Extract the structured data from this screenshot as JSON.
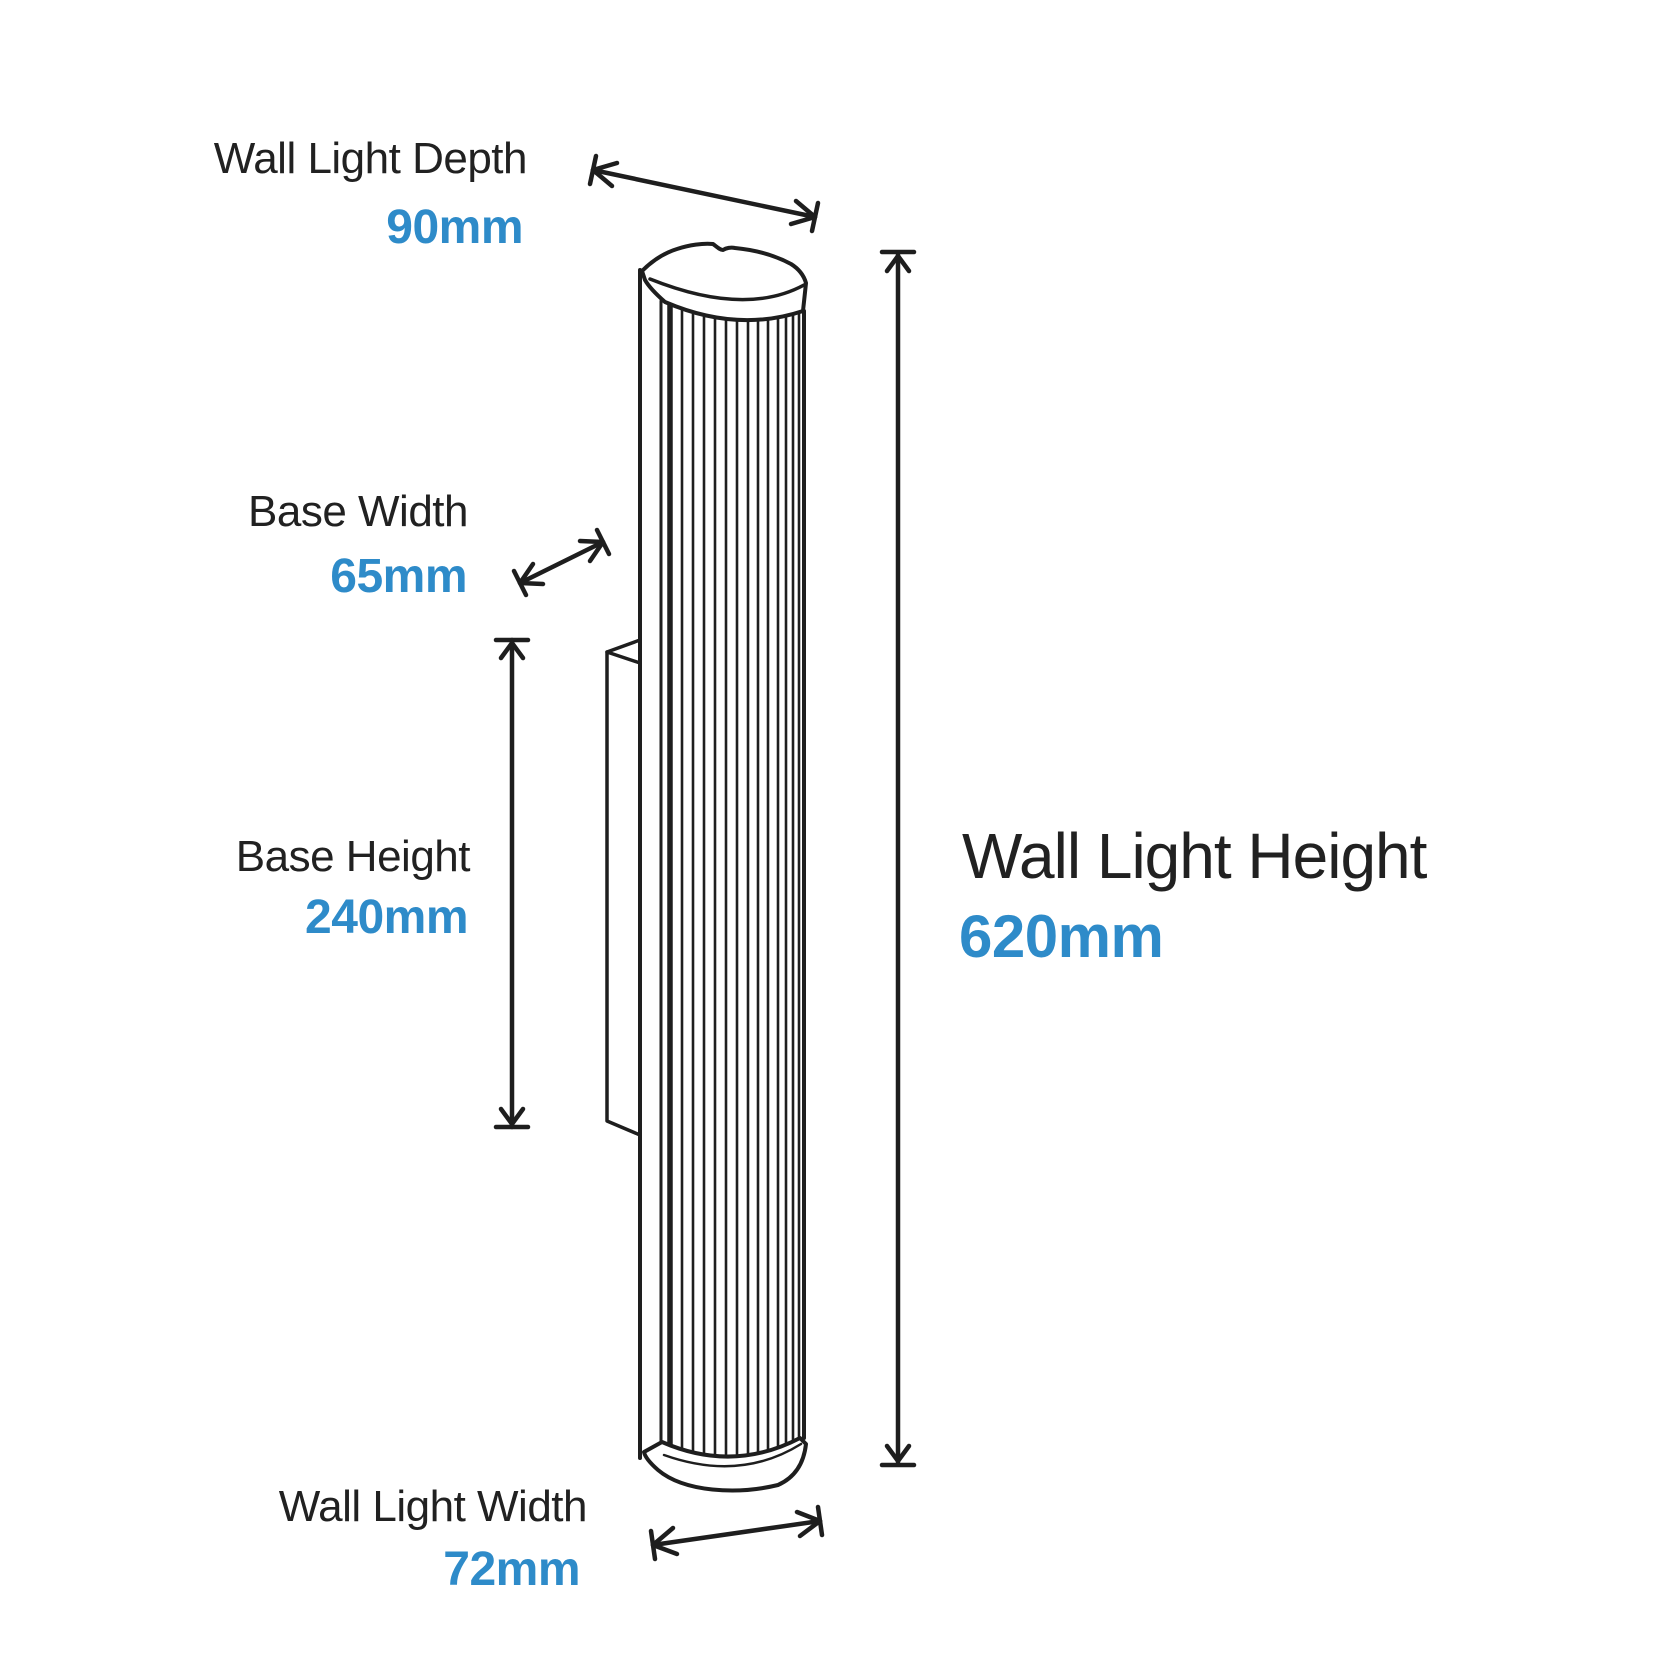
{
  "colors": {
    "accent_blue": "#2e8bc9",
    "line_black": "#1e1e1e",
    "label_black": "#212121"
  },
  "diagram": {
    "title": "Wall light dimension diagram",
    "dimensions": {
      "depth": {
        "label": "Wall Light Depth",
        "value": "90mm"
      },
      "base_width": {
        "label": "Base Width",
        "value": "65mm"
      },
      "base_height": {
        "label": "Base Height",
        "value": "240mm"
      },
      "height": {
        "label": "Wall Light Height",
        "value": "620mm"
      },
      "width": {
        "label": "Wall Light Width",
        "value": "72mm"
      }
    }
  }
}
